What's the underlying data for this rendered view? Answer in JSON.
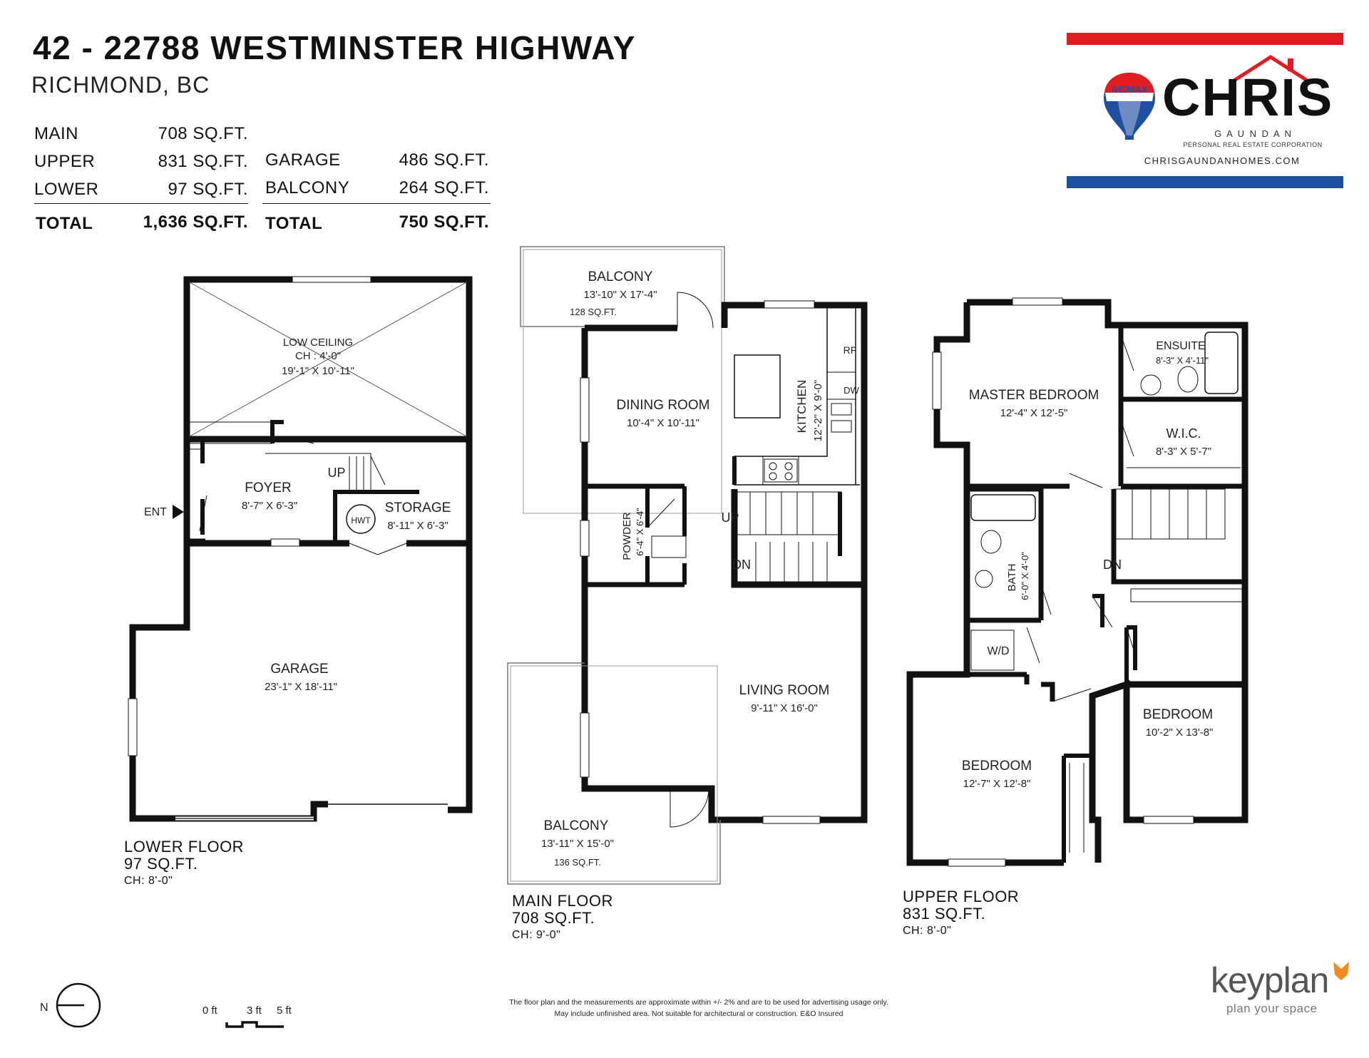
{
  "header": {
    "title": "42 - 22788 WESTMINSTER HIGHWAY",
    "subtitle": "RICHMOND, BC"
  },
  "areas_left": {
    "rows": [
      {
        "label": "MAIN",
        "value": "708 SQ.FT."
      },
      {
        "label": "UPPER",
        "value": "831 SQ.FT."
      },
      {
        "label": "LOWER",
        "value": "97 SQ.FT."
      }
    ],
    "total_label": "TOTAL",
    "total_value": "1,636 SQ.FT."
  },
  "areas_right": {
    "rows": [
      {
        "label": "GARAGE",
        "value": "486 SQ.FT."
      },
      {
        "label": "BALCONY",
        "value": "264 SQ.FT."
      }
    ],
    "total_label": "TOTAL",
    "total_value": "750 SQ.FT."
  },
  "agent": {
    "remax": "RE/MAX",
    "name": "CHRIS",
    "surname": "G A U N D A N",
    "corp": "PERSONAL REAL ESTATE CORPORATION",
    "website": "CHRISGAUNDANHOMES.COM",
    "colors": {
      "red": "#e31b23",
      "blue": "#1f4fa0"
    }
  },
  "rooms": {
    "low_ceiling": {
      "name": "LOW CEILING",
      "ch": "CH : 4'-0\"",
      "dim": "19'-1\"  X  10'-11\""
    },
    "foyer": {
      "name": "FOYER",
      "dim": "8'-7\"  X  6'-3\""
    },
    "storage": {
      "name": "STORAGE",
      "dim": "8'-11\"  X  6'-3\""
    },
    "hwt": "HWT",
    "ent": "ENT",
    "up_lower": "UP",
    "garage": {
      "name": "GARAGE",
      "dim": "23'-1\"  X  18'-11\""
    },
    "balcony_top": {
      "name": "BALCONY",
      "dim": "13'-10\"  X  17'-4\"",
      "area": "128 SQ.FT."
    },
    "dining": {
      "name": "DINING ROOM",
      "dim": "10'-4\"  X  10'-11\""
    },
    "kitchen": {
      "name": "KITCHEN",
      "dim": "12'-2\"  X  9'-0\""
    },
    "rf": "RF",
    "dw": "DW",
    "powder": {
      "name": "POWDER",
      "dim": "6'-4\" X 6'-4\""
    },
    "up_main": "UP",
    "dn_main": "DN",
    "living": {
      "name": "LIVING ROOM",
      "dim": "9'-11\"  X  16'-0\""
    },
    "balcony_bottom": {
      "name": "BALCONY",
      "dim": "13'-11\"  X  15'-0\"",
      "area": "136 SQ.FT."
    },
    "master": {
      "name": "MASTER BEDROOM",
      "dim": "12'-4\"  X  12'-5\""
    },
    "ensuite": {
      "name": "ENSUITE",
      "dim": "8'-3\" X 4'-11\""
    },
    "wic": {
      "name": "W.I.C.",
      "dim": "8'-3\"  X  5'-7\""
    },
    "bath": {
      "name": "BATH",
      "dim": "6'-0\" X 4'-0\""
    },
    "dn_upper": "DN",
    "wd": "W/D",
    "bedroom2": {
      "name": "BEDROOM",
      "dim": "10'-2\"  X  13'-8\""
    },
    "bedroom3": {
      "name": "BEDROOM",
      "dim": "12'-7\"  X  12'-8\""
    }
  },
  "floors": [
    {
      "name": "LOWER FLOOR",
      "area": "97 SQ.FT.",
      "ch": "CH: 8'-0\""
    },
    {
      "name": "MAIN FLOOR",
      "area": "708 SQ.FT.",
      "ch": "CH: 9'-0\""
    },
    {
      "name": "UPPER FLOOR",
      "area": "831 SQ.FT.",
      "ch": "CH: 8'-0\""
    }
  ],
  "compass": "N",
  "scale": {
    "a": "0 ft",
    "b": "3 ft",
    "c": "5 ft"
  },
  "disclaimer": {
    "line1": "The floor plan and the measurements are approximate within +/- 2% and are to be used for advertising usage only.",
    "line2": "May include unfinished area. Not suitable for architectural or construction. E&O Insured"
  },
  "brand": {
    "name": "keyplan",
    "tagline": "plan your space",
    "accent": "#f28a1e"
  }
}
